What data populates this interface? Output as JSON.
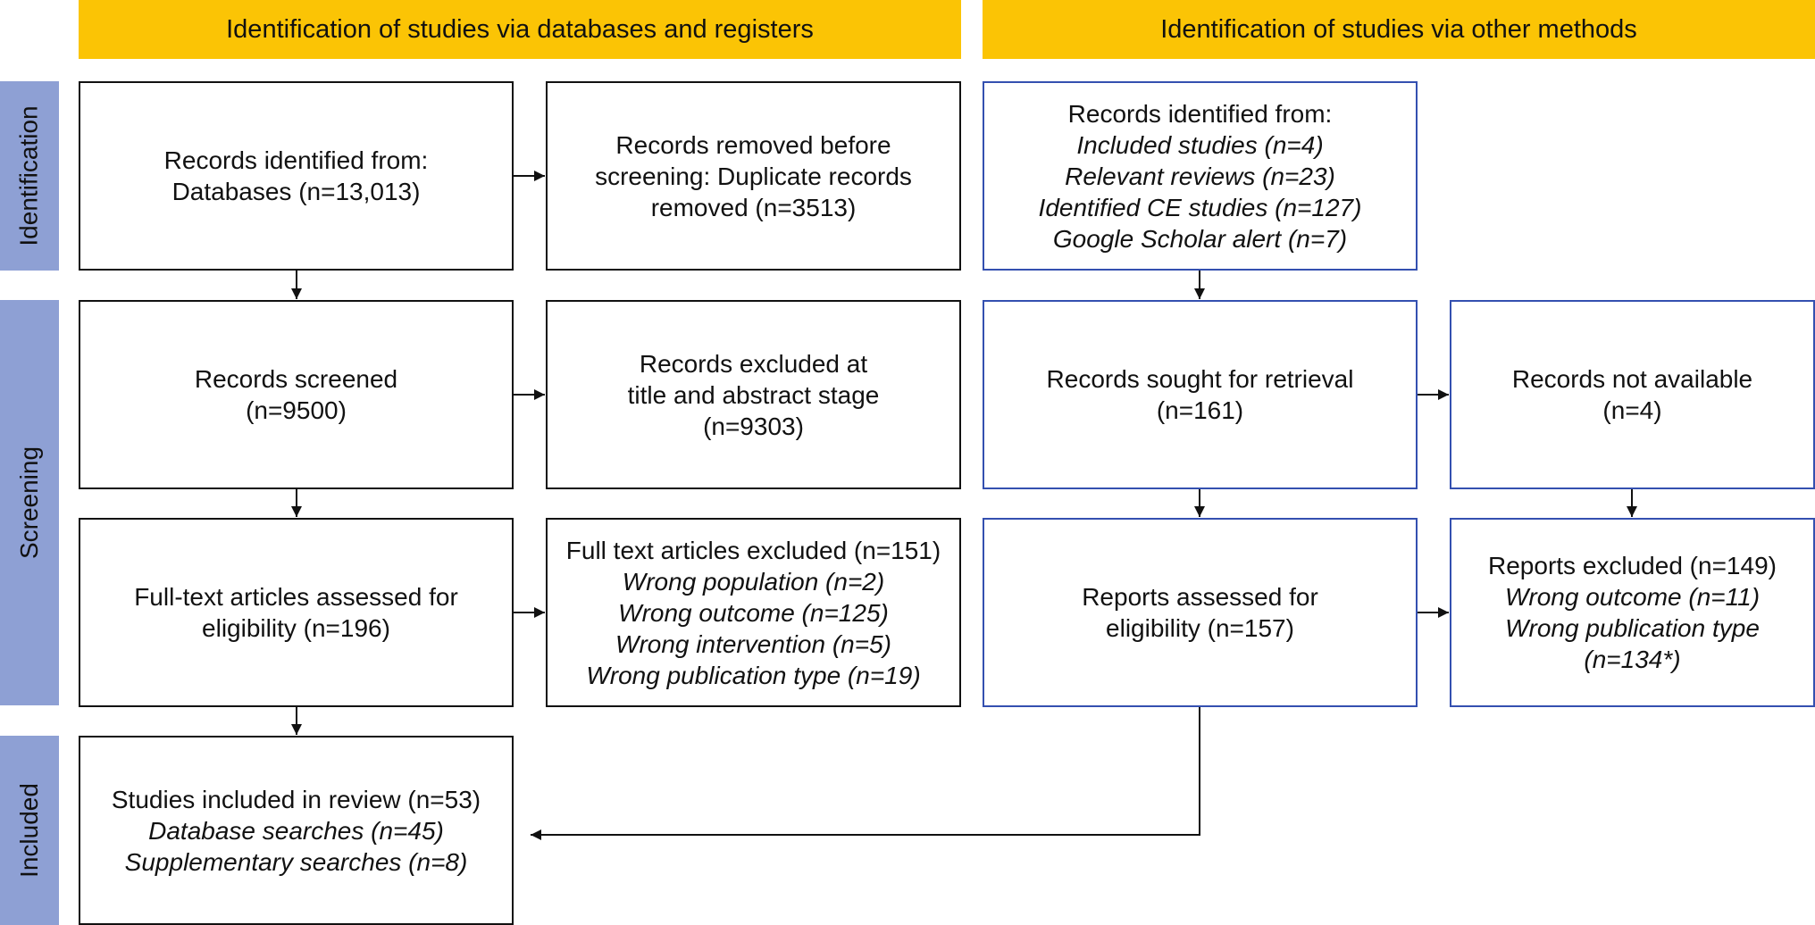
{
  "headers": {
    "databases": "Identification of studies via databases and registers",
    "other": "Identification of studies via other methods"
  },
  "phases": {
    "identification": "Identification",
    "screening": "Screening",
    "included": "Included"
  },
  "boxes": {
    "records_identified_db": {
      "lines": [
        "Records identified from:",
        "Databases (n=13,013)"
      ]
    },
    "records_removed": {
      "lines": [
        "Records removed before",
        "screening: Duplicate records",
        "removed (n=3513)"
      ]
    },
    "records_identified_other": {
      "title": "Records identified from:",
      "items": [
        "Included studies (n=4)",
        "Relevant reviews (n=23)",
        "Identified CE studies (n=127)",
        "Google Scholar alert (n=7)"
      ]
    },
    "records_screened": {
      "lines": [
        "Records screened",
        "(n=9500)"
      ]
    },
    "records_excluded": {
      "lines": [
        "Records excluded at",
        "title and abstract stage",
        "(n=9303)"
      ]
    },
    "records_sought": {
      "lines": [
        "Records sought for retrieval",
        "(n=161)"
      ]
    },
    "records_not_available": {
      "lines": [
        "Records not available",
        "(n=4)"
      ]
    },
    "fulltext_assessed": {
      "lines": [
        "Full-text articles assessed for",
        "eligibility (n=196)"
      ]
    },
    "fulltext_excluded": {
      "title": "Full text articles excluded (n=151)",
      "items": [
        "Wrong population (n=2)",
        "Wrong outcome (n=125)",
        "Wrong intervention (n=5)",
        "Wrong publication type (n=19)"
      ]
    },
    "reports_assessed": {
      "lines": [
        "Reports assessed for",
        "eligibility (n=157)"
      ]
    },
    "reports_excluded": {
      "title": "Reports excluded (n=149)",
      "items": [
        "Wrong outcome (n=11)",
        "Wrong publication type",
        "(n=134*)"
      ]
    },
    "studies_included": {
      "title": "Studies included in review (n=53)",
      "items": [
        "Database searches (n=45)",
        "Supplementary searches (n=8)"
      ]
    }
  },
  "colors": {
    "header_fill": "#fbc405",
    "phase_fill": "#8ea0d4",
    "db_border": "#111111",
    "other_border": "#3450b0"
  }
}
